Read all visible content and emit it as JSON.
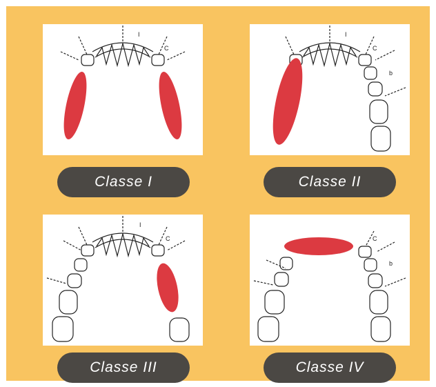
{
  "panels": [
    {
      "caption": "Classe I",
      "labels": {
        "incisors": "I",
        "canine": "C"
      }
    },
    {
      "caption": "Classe II",
      "labels": {
        "incisors": "I",
        "canine": "C",
        "premolar": "b"
      }
    },
    {
      "caption": "Classe III",
      "labels": {
        "incisors": "I",
        "canine": "C"
      }
    },
    {
      "caption": "Classe IV",
      "labels": {
        "canine": "C",
        "premolar": "b"
      }
    }
  ],
  "colors": {
    "background": "#f9c460",
    "panel": "#ffffff",
    "caption_bg": "#4b4844",
    "caption_text": "#ffffff",
    "edentulous_area": "#dc3a41",
    "tooth_line": "#222222"
  }
}
